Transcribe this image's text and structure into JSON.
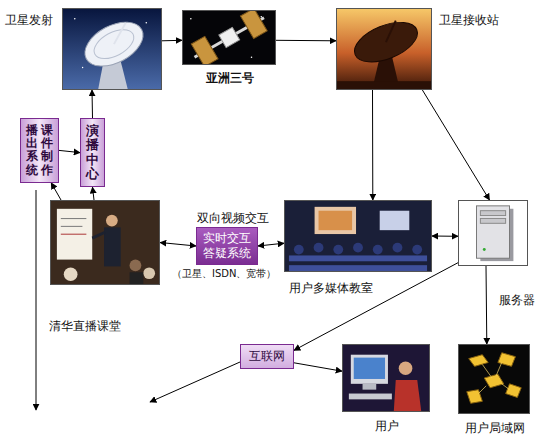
{
  "diagram": {
    "nodes": [
      {
        "text": [
          "卫星发射"
        ]
      },
      {
        "text": [
          "亚洲三号"
        ]
      },
      {
        "text": [
          "卫星接收站"
        ]
      },
      {
        "text": [
          "课件制作",
          "播出系统"
        ]
      },
      {
        "text": [
          "演播中心"
        ]
      },
      {
        "text": [
          "清华直播课堂"
        ]
      },
      {
        "text": [
          "实时交互答疑系统"
        ]
      },
      {
        "text": [
          "用户多媒体教室"
        ]
      },
      {
        "text": [
          "服务器"
        ]
      },
      {
        "text": [
          "互联网"
        ]
      },
      {
        "text": [
          "用户"
        ]
      },
      {
        "text": [
          "用户局域网"
        ]
      }
    ],
    "edges": [
      {
        "from": 0,
        "to": 1,
        "arrow": "to"
      },
      {
        "from": 1,
        "to": 2,
        "arrow": "to"
      },
      {
        "from": 2,
        "to": 7,
        "arrow": "to"
      },
      {
        "from": 2,
        "to": 8,
        "arrow": "to"
      },
      {
        "from": 4,
        "to": 0,
        "arrow": "to"
      },
      {
        "from": 3,
        "to": 4,
        "arrow": "to"
      },
      {
        "from": 5,
        "to": 3,
        "arrow": "to"
      },
      {
        "from": 5,
        "to": 4,
        "arrow": "to"
      },
      {
        "from": 5,
        "to": 6,
        "arrow": "both"
      },
      {
        "from": 6,
        "to": 7,
        "arrow": "both"
      },
      {
        "from": 7,
        "to": 8,
        "arrow": "both"
      },
      {
        "from": 8,
        "to": 11,
        "arrow": "to"
      },
      {
        "from": 8,
        "to": 9,
        "arrow": "to"
      },
      {
        "from": 9,
        "to": 10,
        "arrow": "to"
      }
    ],
    "labels": [
      "双向视频交互",
      "（卫星、ISDN、宽带）"
    ]
  }
}
